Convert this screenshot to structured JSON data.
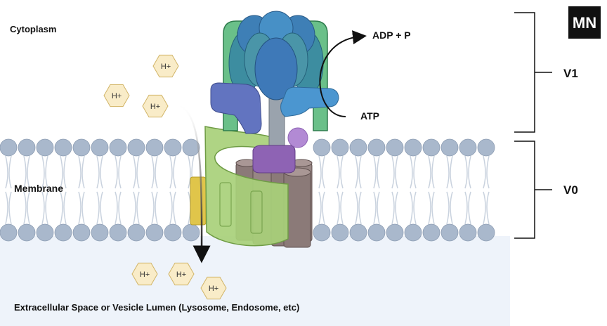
{
  "labels": {
    "cytoplasm": "Cytoplasm",
    "membrane": "Membrane",
    "extracellular": "Extracellular Space or Vesicle Lumen (Lysosome, Endosome, etc)",
    "adp": "ADP + P",
    "atp": "ATP",
    "v1": "V1",
    "v0": "V0",
    "logo": "MN"
  },
  "ions": {
    "label": "H+"
  },
  "colors": {
    "lumen": "#eef3fa",
    "lipid_head": "#a9b8cc",
    "lipid_tail": "#c9d2de",
    "rotor_green": "#a8d07a",
    "stalk_blue": "#4f8dc0",
    "teal_subunit": "#4fa3a0",
    "purple_subunit": "#8e63b4",
    "cylinder_brown": "#8b7a78",
    "ion_fill": "#f9ecc8"
  }
}
